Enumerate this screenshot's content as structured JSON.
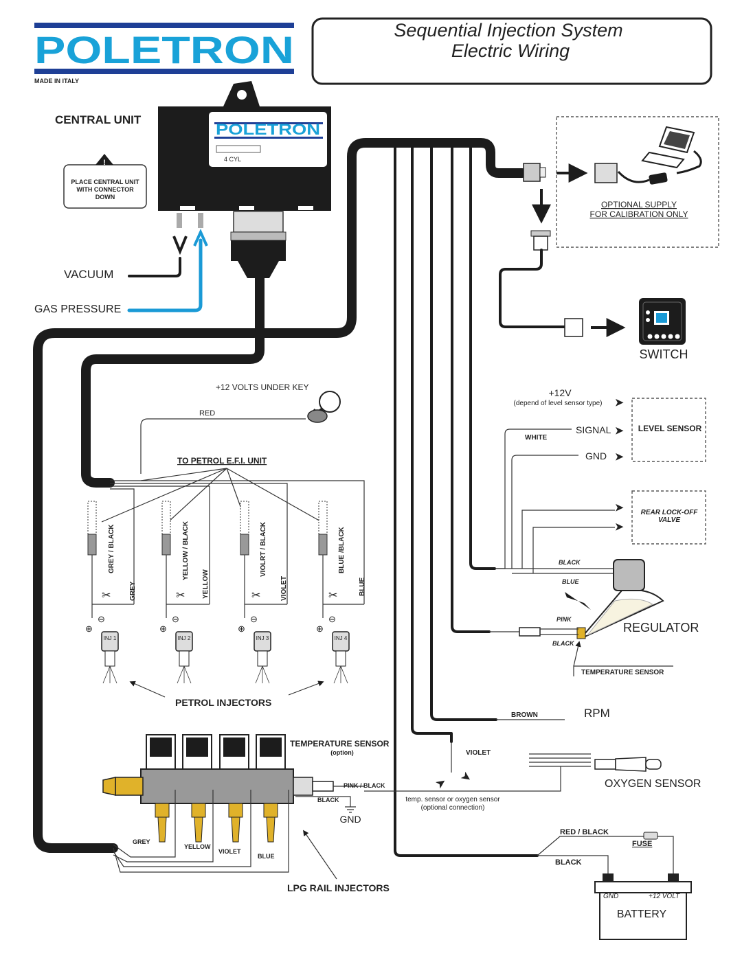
{
  "header": {
    "brand": "POLETRON",
    "brand_sub": "MADE IN ITALY",
    "title_line1": "Sequential Injection System",
    "title_line2": "Electric Wiring"
  },
  "central_unit": {
    "label": "CENTRAL UNIT",
    "plate_brand": "POLETRON",
    "plate_cyl": "4 CYL",
    "warning_line1": "PLACE CENTRAL UNIT",
    "warning_line2": "WITH CONNECTOR",
    "warning_line3": "DOWN"
  },
  "hoses": {
    "vacuum": "VACUUM",
    "gas_pressure": "GAS PRESSURE"
  },
  "calibration": {
    "line1": "OPTIONAL SUPPLY",
    "line2": "FOR CALIBRATION ONLY"
  },
  "switch": {
    "label": "SWITCH"
  },
  "key": {
    "label": "+12 VOLTS UNDER KEY",
    "wire": "RED"
  },
  "efi": {
    "label": "TO PETROL E.F.I. UNIT"
  },
  "petrol_injectors": {
    "label": "PETROL INJECTORS",
    "items": [
      {
        "inj": "INJ 1",
        "cut_wire": "GREY / BLACK",
        "wire": "GREY"
      },
      {
        "inj": "INJ 2",
        "cut_wire": "YELLOW / BLACK",
        "wire": "YELLOW"
      },
      {
        "inj": "INJ 3",
        "cut_wire": "VIOLRT / BLACK",
        "wire": "VIOLET"
      },
      {
        "inj": "INJ 4",
        "cut_wire": "BLUE /BLACK",
        "wire": "BLUE"
      }
    ]
  },
  "level_sensor": {
    "label": "LEVEL SENSOR",
    "plus12": "+12V",
    "plus12_note": "(depend of level sensor type)",
    "signal": "SIGNAL",
    "gnd": "GND",
    "white": "WHITE"
  },
  "lock_off": {
    "line1": "REAR LOCK-OFF",
    "line2": "VALVE"
  },
  "regulator": {
    "label": "REGULATOR",
    "black": "BLACK",
    "blue": "BLUE",
    "pink": "PINK",
    "black2": "BLACK",
    "temp_sensor": "TEMPERATURE SENSOR"
  },
  "rpm": {
    "label": "RPM",
    "wire": "BROWN"
  },
  "oxygen": {
    "label": "OXYGEN SENSOR",
    "wire": "VIOLET",
    "note1": "temp. sensor or oxygen sensor",
    "note2": "(optional connection)"
  },
  "lpg_rail": {
    "label": "LPG RAIL INJECTORS",
    "temp_label": "TEMPERATURE SENSOR",
    "temp_option": "(option)",
    "pink_black": "PINK / BLACK",
    "black": "BLACK",
    "gnd": "GND",
    "grey": "GREY",
    "yellow": "YELLOW",
    "violet": "VIOLET",
    "blue": "BLUE"
  },
  "battery": {
    "label": "BATTERY",
    "gnd": "GND",
    "plus": "+12 VOLT",
    "fuse": "FUSE",
    "red_black": "RED / BLACK",
    "black": "BLACK"
  },
  "colors": {
    "brand": "#19a2d8",
    "brand_bar": "#1e3f96",
    "hose_blue": "#1a9ad6",
    "injector_yellow": "#e0b22a"
  }
}
